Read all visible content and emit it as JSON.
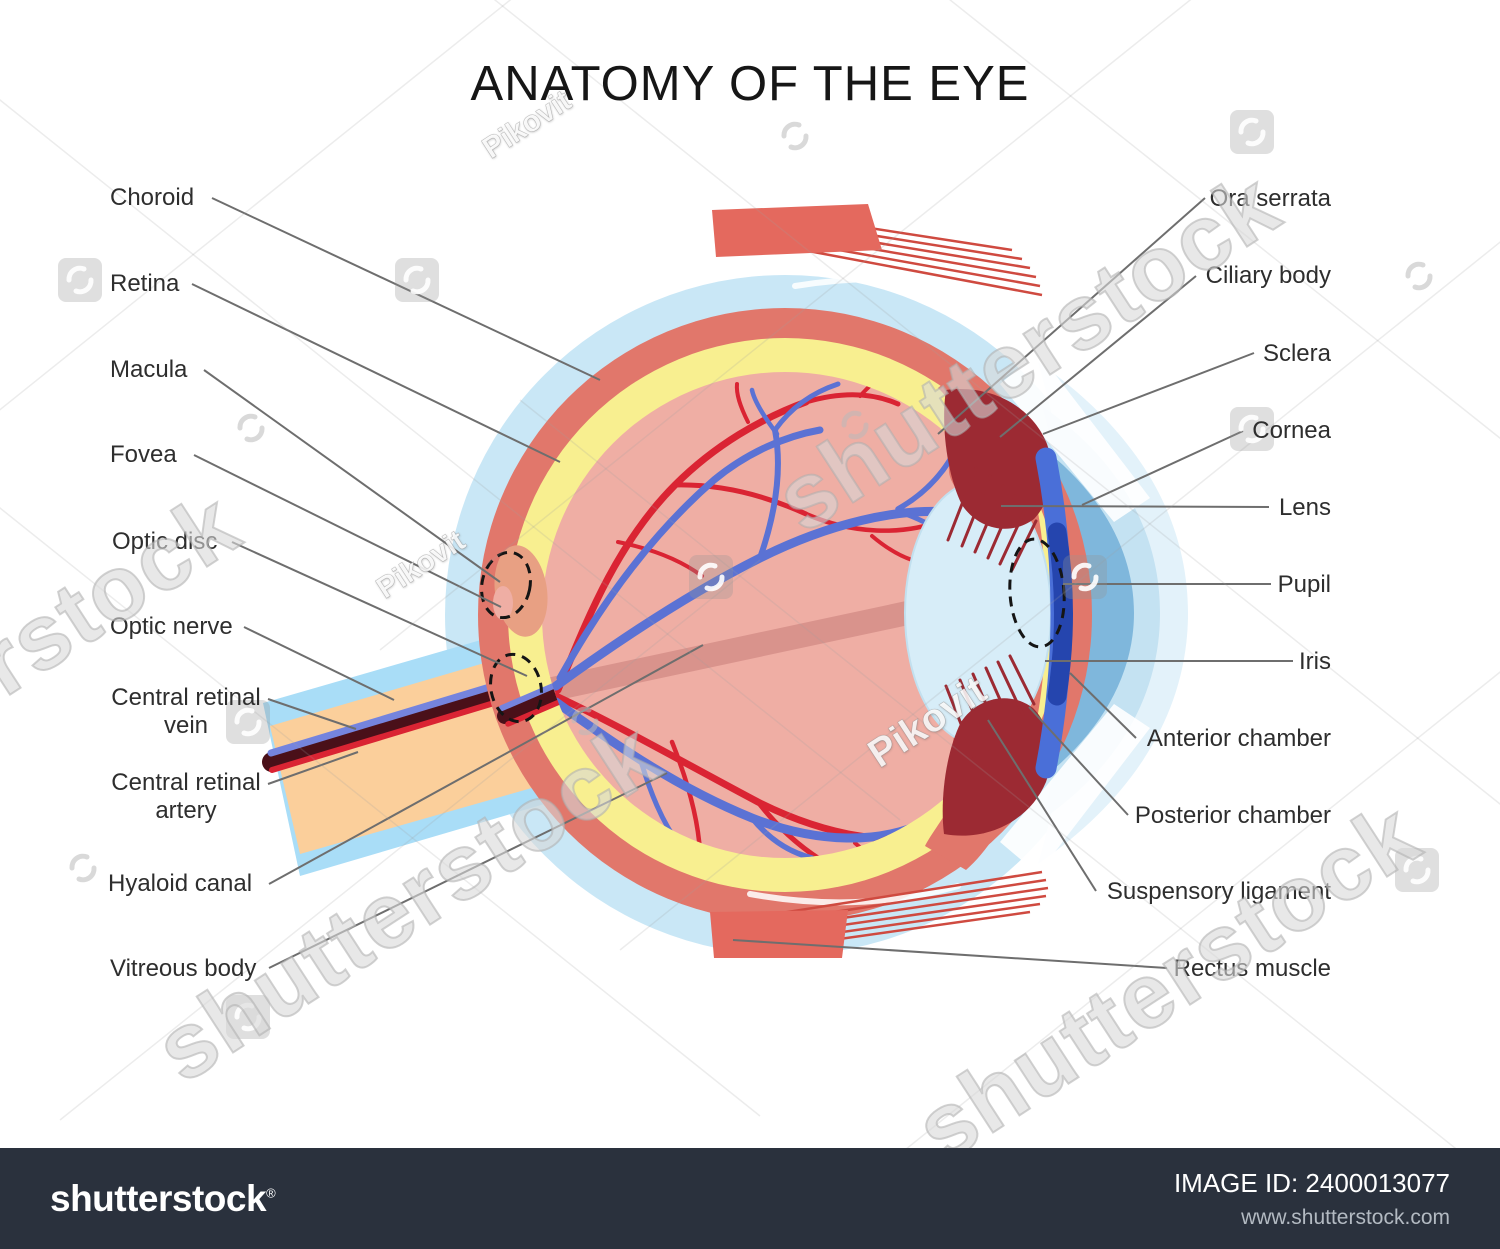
{
  "title": "ANATOMY OF THE EYE",
  "labels": {
    "left": [
      "Choroid",
      "Retina",
      "Macula",
      "Fovea",
      "Optic disc",
      "Optic nerve",
      "Central retinal\nvein",
      "Central retinal\nartery",
      "Hyaloid canal",
      "Vitreous body"
    ],
    "right": [
      "Ora serrata",
      "Ciliary body",
      "Sclera",
      "Cornea",
      "Lens",
      "Pupil",
      "Iris",
      "Anterior chamber",
      "Posterior chamber",
      "Suspensory ligament",
      "Rectus muscle"
    ]
  },
  "watermarks": {
    "artist": "Pikovit",
    "brand": "shutterstock"
  },
  "footer": {
    "brand": "shutterstock",
    "reg": "®",
    "image_id": "IMAGE ID: 2400013077",
    "url": "www.shutterstock.com"
  },
  "colors": {
    "sclera": "#c9e7f6",
    "choroid": "#e1776b",
    "retina": "#f8ef90",
    "vitreous": "#efaea4",
    "artery": "#da2433",
    "vein": "#5b72d4",
    "lens": "#d7edf8",
    "iris": "#4a6fd8",
    "pupil": "#2545ae",
    "ciliary_body": "#9c2a33",
    "optic_nerve": "#fbcf9b",
    "nerve_sheath": "#a9ddf7",
    "rectus_muscle": "#e4695e",
    "anterior_chamber": "#7fb7dc",
    "macula": "#e8a083",
    "hyaloid": "#d9938c",
    "footer_bg": "#2a313d"
  }
}
